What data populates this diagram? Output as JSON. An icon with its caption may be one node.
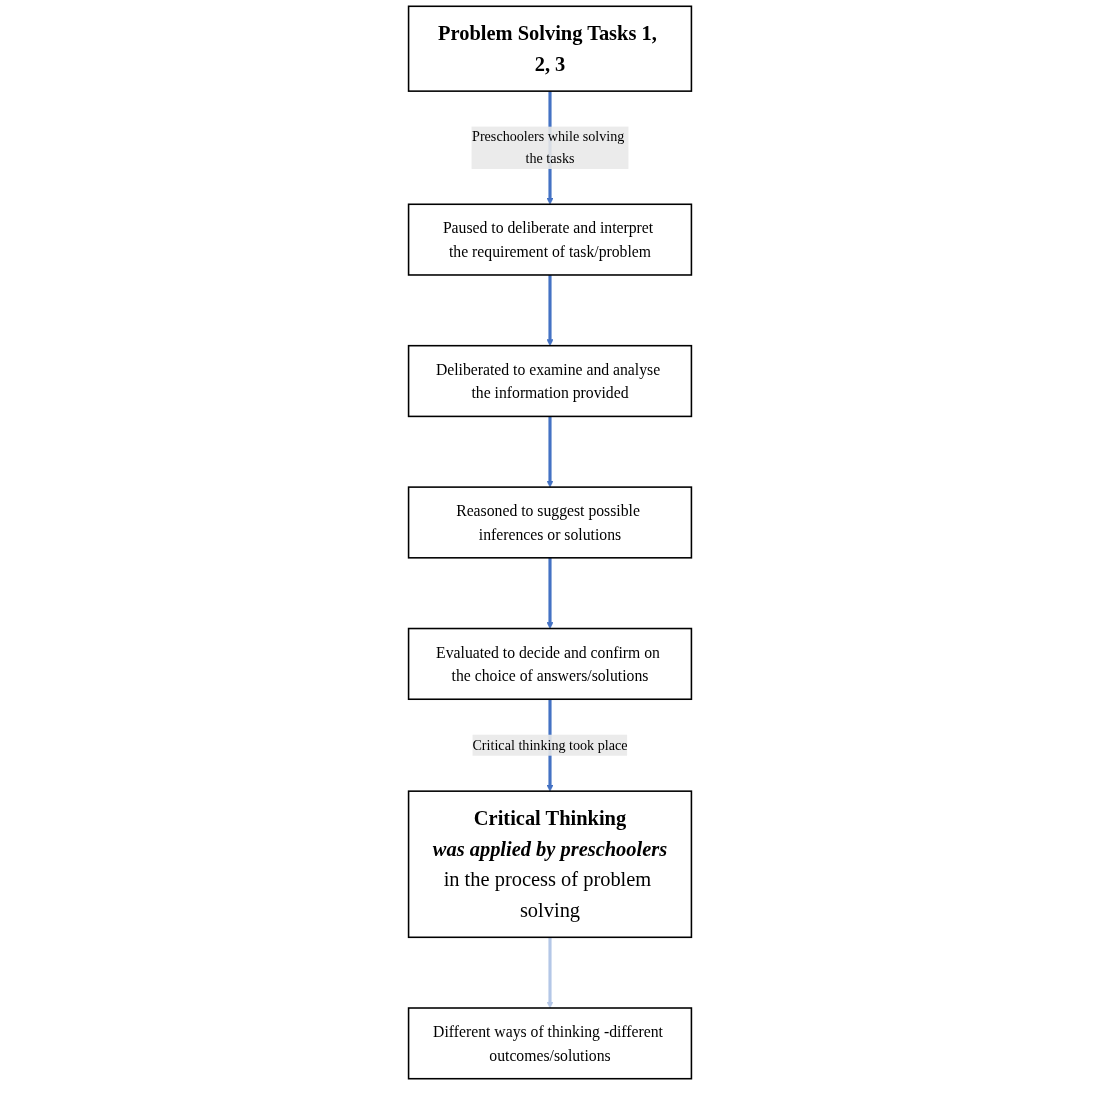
{
  "diagram": {
    "nodes": [
      {
        "text": [
          "Problem Solving Tasks 1, 2, 3"
        ]
      },
      {
        "text": [
          "Paused to deliberate and interpret the requirement of task/problem"
        ]
      },
      {
        "text": [
          "Deliberated to examine and analyse the information provided"
        ]
      },
      {
        "text": [
          "Reasoned to suggest possible inferences or solutions"
        ]
      },
      {
        "text": [
          "Evaluated to decide and confirm on the choice of answers/solutions"
        ]
      },
      {
        "text": [
          "Critical Thinking",
          "was applied by preschoolers",
          "in the process of problem solving"
        ]
      },
      {
        "text": [
          "Different ways of thinking -different outcomes/solutions"
        ]
      }
    ],
    "edges": [
      {
        "from": 0,
        "to": 1,
        "arrow": "to",
        "label": "Preschoolers while solving the tasks"
      },
      {
        "from": 1,
        "to": 2,
        "arrow": "to"
      },
      {
        "from": 2,
        "to": 3,
        "arrow": "to"
      },
      {
        "from": 3,
        "to": 4,
        "arrow": "to"
      },
      {
        "from": 4,
        "to": 5,
        "arrow": "to",
        "label": "Critical thinking took place"
      },
      {
        "from": 5,
        "to": 6,
        "arrow": "to",
        "color": "#b4c7e7"
      }
    ]
  }
}
